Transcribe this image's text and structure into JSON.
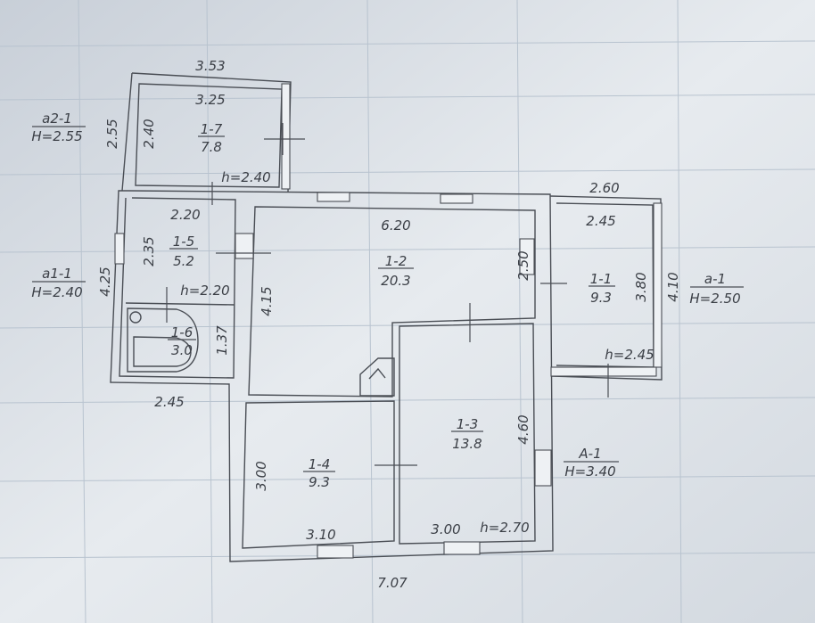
{
  "rooms": [
    {
      "id": "1-7",
      "area": "7.8",
      "height": "h=2.40"
    },
    {
      "id": "1-5",
      "area": "5.2",
      "height": "h=2.20"
    },
    {
      "id": "1-6",
      "area": "3.0"
    },
    {
      "id": "1-2",
      "area": "20.3"
    },
    {
      "id": "1-1",
      "area": "9.3",
      "height": "h=2.45"
    },
    {
      "id": "1-4",
      "area": "9.3"
    },
    {
      "id": "1-3",
      "area": "13.8",
      "height": "h=2.70"
    }
  ],
  "dimensions": {
    "d_353": "3.53",
    "d_325": "3.25",
    "d_240": "2.40",
    "d_255": "2.55",
    "d_220": "2.20",
    "d_235": "2.35",
    "d_425": "4.25",
    "d_137": "1.37",
    "d_245_bottom": "2.45",
    "d_620": "6.20",
    "d_250": "2.50",
    "d_415": "4.15",
    "d_260": "2.60",
    "d_245_top": "2.45",
    "d_380": "3.80",
    "d_410": "4.10",
    "d_460": "4.60",
    "d_300_left": "3.00",
    "d_310": "3.10",
    "d_300_bottom": "3.00",
    "d_707": "7.07"
  },
  "annex_labels": [
    {
      "code": "а2-1",
      "height": "Н=2.55"
    },
    {
      "code": "а1-1",
      "height": "Н=2.40"
    },
    {
      "code": "а-1",
      "height": "Н=2.50"
    },
    {
      "code": "А-1",
      "height": "Н=3.40"
    }
  ]
}
